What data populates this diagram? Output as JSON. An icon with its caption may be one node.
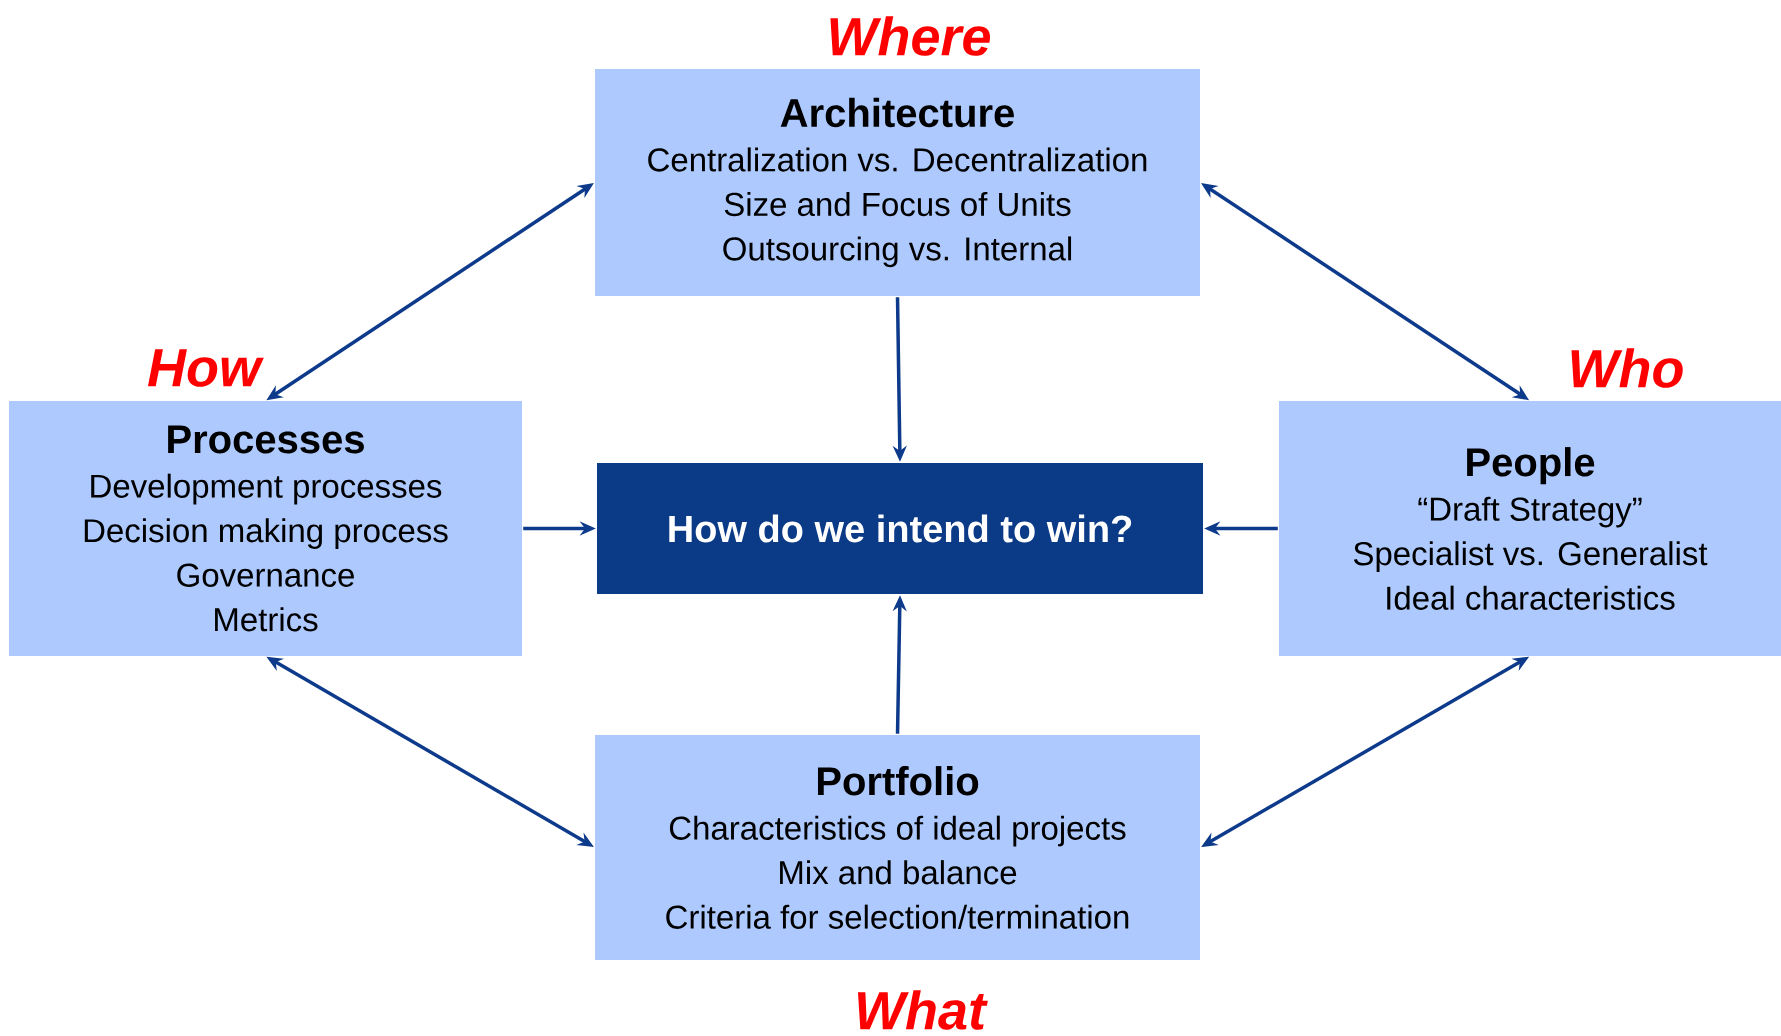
{
  "diagram": {
    "nodes": [
      {
        "text": [
          "Architecture",
          "Centralization vs. Decentralization",
          "Size and Focus of Units",
          "Outsourcing vs. Internal"
        ],
        "beside": [
          "Where"
        ]
      },
      {
        "text": [
          "Processes",
          "Development processes",
          "Decision making process",
          "Governance",
          "Metrics"
        ],
        "beside": [
          "How"
        ]
      },
      {
        "text": [
          "How do we intend to win?"
        ]
      },
      {
        "text": [
          "People",
          "“Draft Strategy”",
          "Specialist vs. Generalist",
          "Ideal characteristics"
        ],
        "beside": [
          "Who"
        ]
      },
      {
        "text": [
          "Portfolio",
          "Characteristics of ideal projects",
          "Mix and balance",
          "Criteria for selection/termination"
        ],
        "beside": [
          "What"
        ]
      }
    ],
    "edges": [
      {
        "from": 0,
        "to": 1,
        "arrow": "both"
      },
      {
        "from": 0,
        "to": 3,
        "arrow": "both"
      },
      {
        "from": 0,
        "to": 2,
        "arrow": "to"
      },
      {
        "from": 1,
        "to": 2,
        "arrow": "to"
      },
      {
        "from": 3,
        "to": 2,
        "arrow": "to"
      },
      {
        "from": 4,
        "to": 2,
        "arrow": "to"
      },
      {
        "from": 4,
        "to": 1,
        "arrow": "both"
      },
      {
        "from": 4,
        "to": 3,
        "arrow": "both"
      }
    ]
  }
}
